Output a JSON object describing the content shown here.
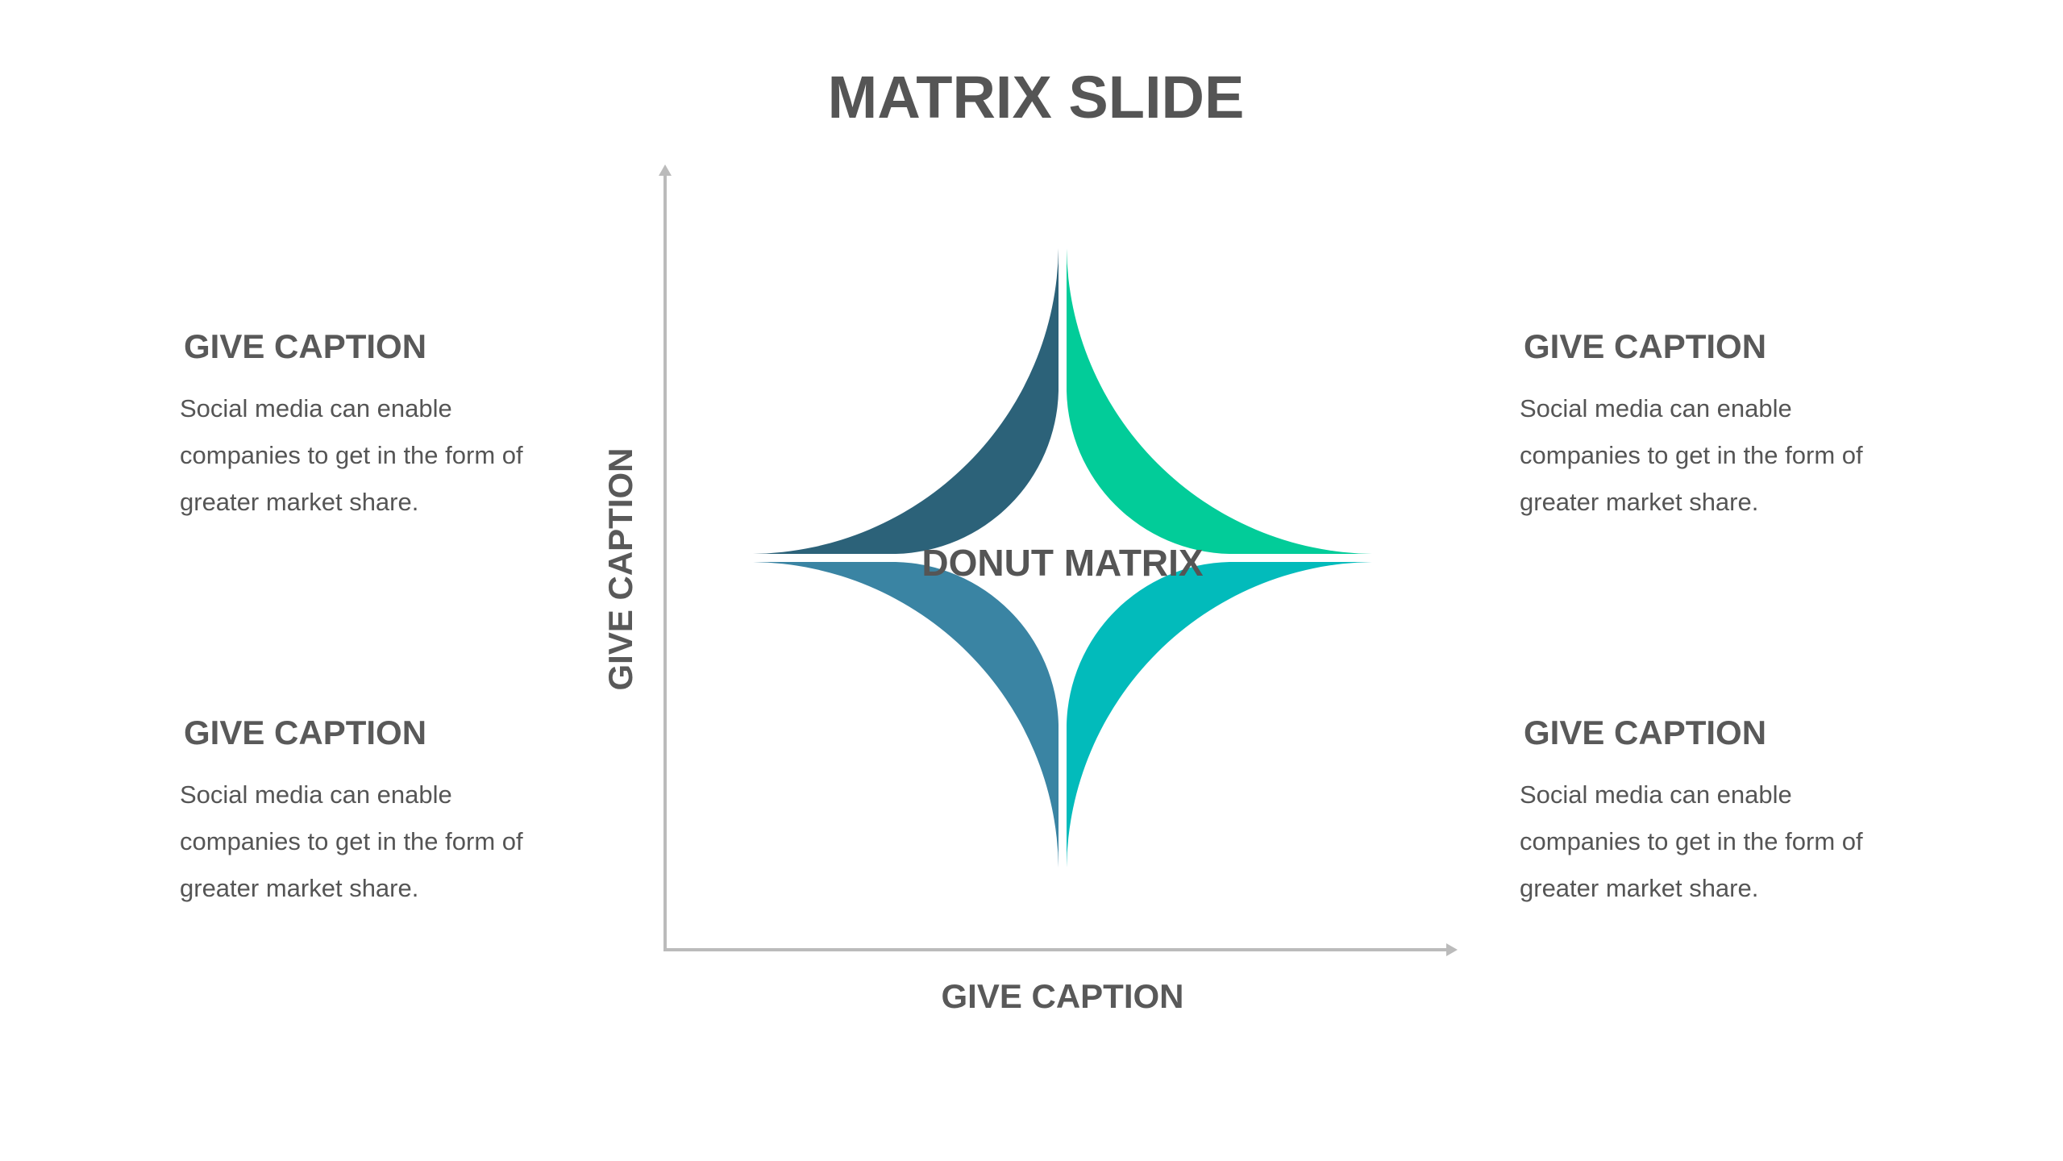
{
  "title": "MATRIX SLIDE",
  "center_label": "DONUT MATRIX",
  "axes": {
    "y_label": "GIVE CAPTION",
    "x_label": "GIVE CAPTION"
  },
  "quadrants": [
    {
      "heading": "GIVE CAPTION",
      "text": "Social media can enable\ncompanies to get in the form of\ngreater market share.",
      "color": "#2C6279"
    },
    {
      "heading": "GIVE CAPTION",
      "text": "Social media can enable\ncompanies to get in the form of\ngreater market share.",
      "color": "#02CC99"
    },
    {
      "heading": "GIVE CAPTION",
      "text": "Social media can enable\ncompanies to get in the form of\ngreater market share.",
      "color": "#3A84A3"
    },
    {
      "heading": "GIVE CAPTION",
      "text": "Social media can enable\ncompanies to get in the form of\ngreater market share.",
      "color": "#02BBBB"
    }
  ],
  "axis_color": "#BBBBBB"
}
